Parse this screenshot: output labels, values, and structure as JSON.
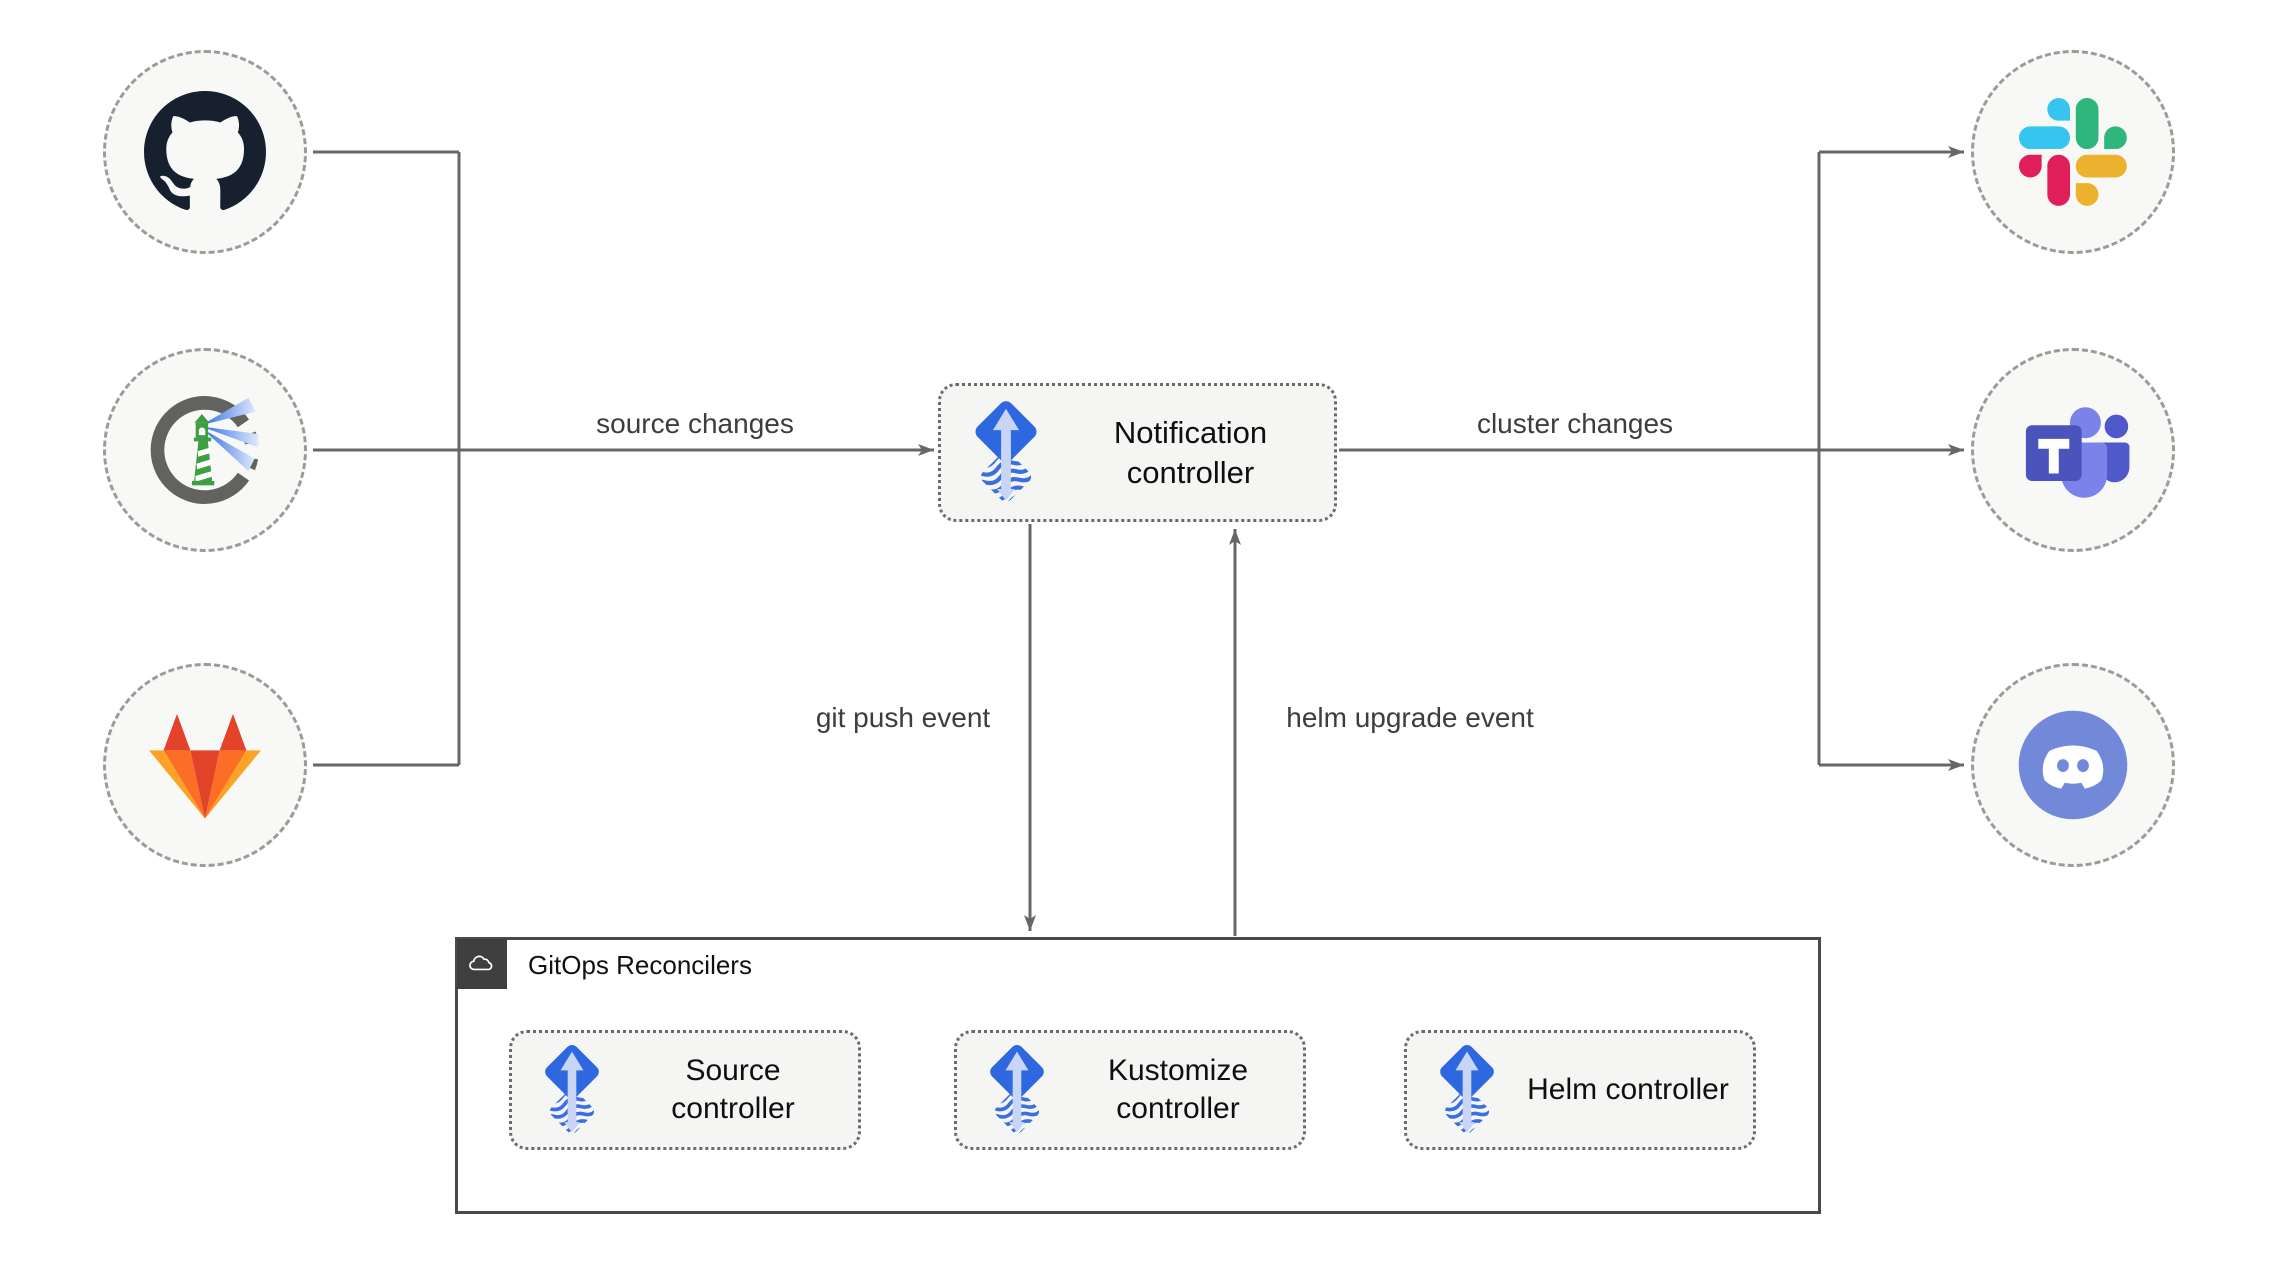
{
  "nodes": {
    "sources": [
      {
        "icon": "github-icon"
      },
      {
        "icon": "harbor-icon"
      },
      {
        "icon": "gitlab-icon"
      }
    ],
    "notification": {
      "label": "Notification controller",
      "icon": "flux-icon"
    },
    "alert_targets": [
      {
        "icon": "slack-icon"
      },
      {
        "icon": "teams-icon"
      },
      {
        "icon": "discord-icon"
      }
    ]
  },
  "edges": {
    "source_changes": "source changes",
    "cluster_changes": "cluster changes",
    "git_push_event": "git push event",
    "helm_upgrade_event": "helm upgrade event"
  },
  "group": {
    "label": "GitOps Reconcilers",
    "icon": "cloud-icon",
    "controllers": [
      {
        "label": "Source controller",
        "icon": "flux-icon"
      },
      {
        "label": "Kustomize controller",
        "icon": "flux-icon"
      },
      {
        "label": "Helm controller",
        "icon": "flux-icon"
      }
    ]
  },
  "colors": {
    "line": "#676767",
    "node_fill": "#f5f5f4",
    "node_border": "#6b6b6b",
    "circle_fill": "#f8f8f6",
    "circle_border": "#9b9b99",
    "group_border": "#4a4a4a",
    "group_header_bg": "#3f3f3f",
    "flux_blue": "#2d68e0",
    "flux_stripe": "#3b6fe0",
    "flux_light": "#c9d5f6",
    "github": "#16202e",
    "gitlab_red": "#e24329",
    "gitlab_orange": "#fc6d26",
    "gitlab_amber": "#fca326",
    "slack_blue": "#36c5f0",
    "slack_green": "#2eb67d",
    "slack_yellow": "#ecb22e",
    "slack_pink": "#e01e5a",
    "teams_dark": "#4b53bc",
    "teams_mid": "#5059c9",
    "teams_light": "#7b83eb",
    "discord": "#7289da",
    "harbor_green": "#3f9e44",
    "harbor_gray": "#626260"
  }
}
